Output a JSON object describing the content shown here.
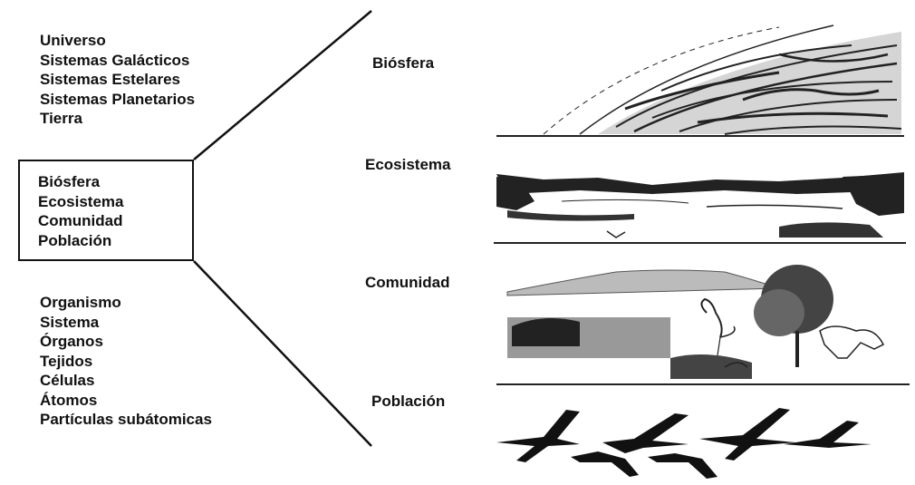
{
  "upper_levels": [
    "Universo",
    "Sistemas Galácticos",
    "Sistemas Estelares",
    "Sistemas Planetarios",
    "Tierra"
  ],
  "focus_levels": [
    "Biósfera",
    "Ecosistema",
    "Comunidad",
    "Población"
  ],
  "lower_levels": [
    "Organismo",
    "Sistema",
    "Órganos",
    "Tejidos",
    "Células",
    "Átomos",
    "Partículas subátomicas"
  ],
  "illustrated_levels": [
    {
      "label": "Biósfera",
      "illustration": "biosphere-earth-curve"
    },
    {
      "label": "Ecosistema",
      "illustration": "landscape-lake-hills"
    },
    {
      "label": "Comunidad",
      "illustration": "community-heron-fox-trees"
    },
    {
      "label": "Población",
      "illustration": "flying-birds-flock"
    }
  ]
}
